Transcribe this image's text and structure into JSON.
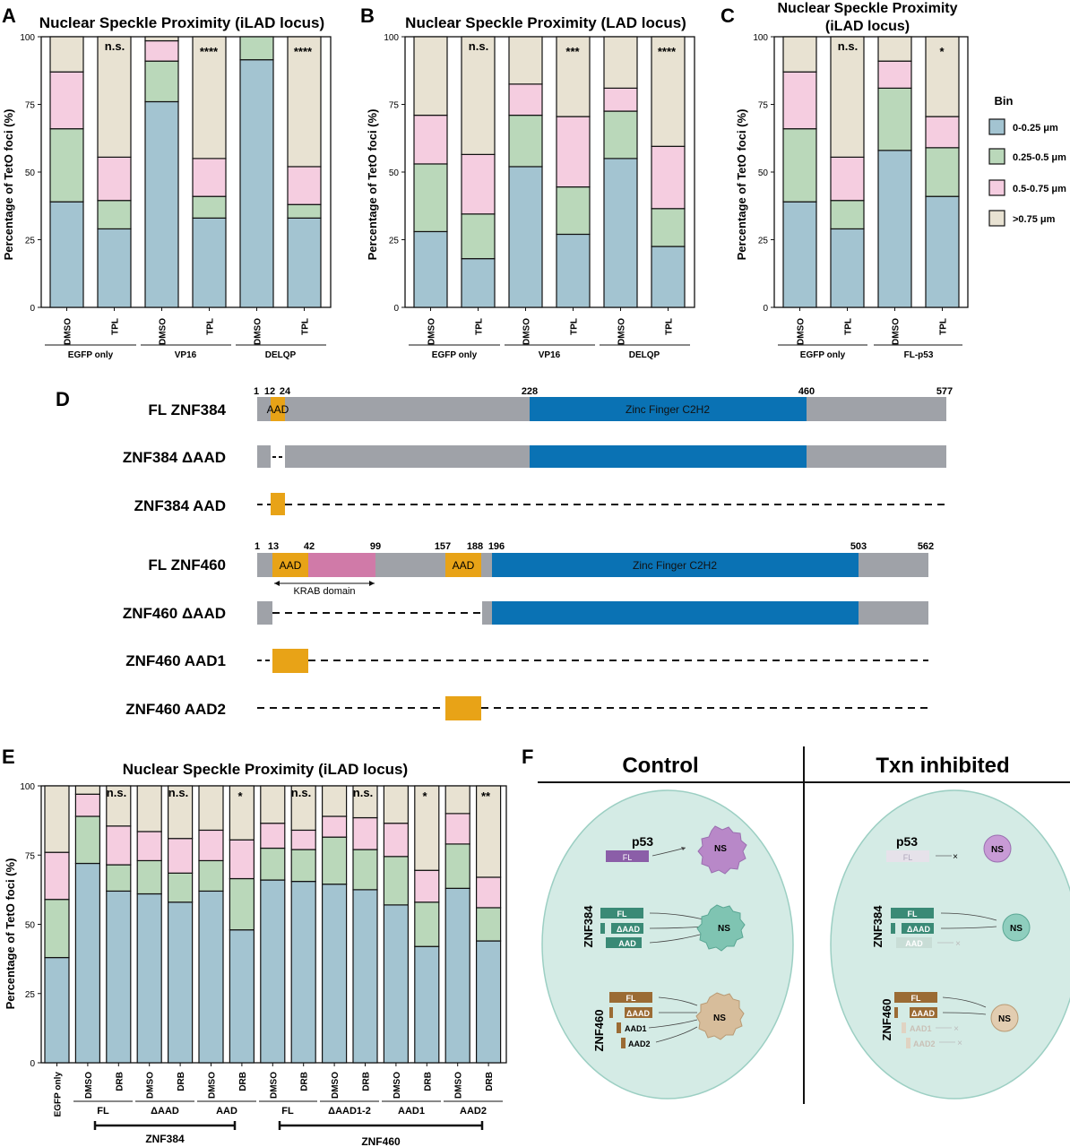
{
  "colors": {
    "bin1": "#a3c4d1",
    "bin2": "#bad8ba",
    "bin3": "#f5cde0",
    "bin4": "#e8e2d2",
    "aad": "#e8a317",
    "znf": "#0a72b4",
    "gray": "#9fa2a8",
    "krab": "#d07aa8",
    "nucleus": "#d4ebe5",
    "nucleus_stroke": "#9ccfc3",
    "p53": "#8b5ea8",
    "p53_ns": "#b888c8",
    "znf384": "#3a8a76",
    "znf384_ns": "#7fc4b2",
    "znf460": "#9b6b34",
    "znf460_ns": "#d7bd9b"
  },
  "legend": {
    "title": "Bin",
    "items": [
      "0-0.25 μm",
      "0.25-0.5 μm",
      "0.5-0.75 μm",
      ">0.75 μm"
    ]
  },
  "panels": {
    "A": {
      "letter": "A",
      "title": "Nuclear Speckle Proximity (iLAD locus)",
      "ylabel": "Percentage of TetO foci (%)",
      "sig": [
        "n.s.",
        "****",
        "****"
      ],
      "groups": [
        "EGFP only",
        "VP16",
        "DELQP"
      ]
    },
    "B": {
      "letter": "B",
      "title": "Nuclear Speckle Proximity (LAD locus)",
      "ylabel": "Percentage of TetO foci (%)",
      "sig": [
        "n.s.",
        "***",
        "****"
      ],
      "groups": [
        "EGFP only",
        "VP16",
        "DELQP"
      ]
    },
    "C": {
      "letter": "C",
      "title_line1": "Nuclear Speckle Proximity",
      "title_line2": "(iLAD locus)",
      "ylabel": "Percentage of TetO foci (%)",
      "sig": [
        "n.s.",
        "*"
      ],
      "groups": [
        "EGFP only",
        "FL-p53"
      ]
    },
    "D": {
      "letter": "D"
    },
    "E": {
      "letter": "E",
      "title": "Nuclear Speckle Proximity (iLAD locus)",
      "ylabel": "Percentage of TetO foci (%)",
      "sig": [
        "n.s.",
        "n.s.",
        "*",
        "n.s.",
        "n.s.",
        "*",
        "**"
      ],
      "groups": [
        "FL",
        "ΔAAD",
        "AAD",
        "FL",
        "ΔAAD1-2",
        "AAD1",
        "AAD2"
      ],
      "supergroups": [
        "ZNF384",
        "ZNF460"
      ]
    },
    "F": {
      "letter": "F",
      "control": "Control",
      "inhibited": "Txn inhibited"
    }
  },
  "chart_data": [
    {
      "panel": "A",
      "type": "bar",
      "stacked": true,
      "title": "Nuclear Speckle Proximity (iLAD locus)",
      "ylabel": "Percentage of TetO foci (%)",
      "ylim": [
        0,
        100
      ],
      "yticks": [
        0,
        25,
        50,
        75,
        100
      ],
      "categories": [
        "DMSO",
        "TPL",
        "DMSO",
        "TPL",
        "DMSO",
        "TPL"
      ],
      "series": [
        {
          "name": "0-0.25 μm",
          "values": [
            39,
            29,
            76,
            33,
            91.5,
            33
          ]
        },
        {
          "name": "0.25-0.5 μm",
          "values": [
            27,
            10.5,
            15,
            8,
            8.5,
            5
          ]
        },
        {
          "name": "0.5-0.75 μm",
          "values": [
            21,
            16,
            7.5,
            14,
            0,
            14
          ]
        },
        {
          "name": ">0.75 μm",
          "values": [
            13,
            44.5,
            1.5,
            45,
            0,
            48
          ]
        }
      ]
    },
    {
      "panel": "B",
      "type": "bar",
      "stacked": true,
      "title": "Nuclear Speckle Proximity (LAD locus)",
      "ylabel": "Percentage of TetO foci (%)",
      "ylim": [
        0,
        100
      ],
      "yticks": [
        0,
        25,
        50,
        75,
        100
      ],
      "categories": [
        "DMSO",
        "TPL",
        "DMSO",
        "TPL",
        "DMSO",
        "TPL"
      ],
      "series": [
        {
          "name": "0-0.25 μm",
          "values": [
            28,
            18,
            52,
            27,
            55,
            22.5
          ]
        },
        {
          "name": "0.25-0.5 μm",
          "values": [
            25,
            16.5,
            19,
            17.5,
            17.5,
            14
          ]
        },
        {
          "name": "0.5-0.75 μm",
          "values": [
            18,
            22,
            11.5,
            26,
            8.5,
            23
          ]
        },
        {
          "name": ">0.75 μm",
          "values": [
            29,
            43.5,
            17.5,
            29.5,
            19,
            40.5
          ]
        }
      ]
    },
    {
      "panel": "C",
      "type": "bar",
      "stacked": true,
      "title": "Nuclear Speckle Proximity (iLAD locus)",
      "ylabel": "Percentage of TetO foci (%)",
      "ylim": [
        0,
        100
      ],
      "yticks": [
        0,
        25,
        50,
        75,
        100
      ],
      "categories": [
        "DMSO",
        "TPL",
        "DMSO",
        "TPL"
      ],
      "series": [
        {
          "name": "0-0.25 μm",
          "values": [
            39,
            29,
            58,
            41
          ]
        },
        {
          "name": "0.25-0.5 μm",
          "values": [
            27,
            10.5,
            23,
            18
          ]
        },
        {
          "name": "0.5-0.75 μm",
          "values": [
            21,
            16,
            10,
            11.5
          ]
        },
        {
          "name": ">0.75 μm",
          "values": [
            13,
            44.5,
            9,
            29.5
          ]
        }
      ]
    },
    {
      "panel": "E",
      "type": "bar",
      "stacked": true,
      "title": "Nuclear Speckle Proximity (iLAD locus)",
      "ylabel": "Percentage of TetO foci (%)",
      "ylim": [
        0,
        100
      ],
      "yticks": [
        0,
        25,
        50,
        75,
        100
      ],
      "categories": [
        "EGFP only",
        "DMSO",
        "DRB",
        "DMSO",
        "DRB",
        "DMSO",
        "DRB",
        "DMSO",
        "DRB",
        "DMSO",
        "DRB",
        "DMSO",
        "DRB",
        "DMSO",
        "DRB"
      ],
      "series": [
        {
          "name": "0-0.25 μm",
          "values": [
            38,
            72,
            62,
            61,
            58,
            62,
            48,
            66,
            65.5,
            64.5,
            62.5,
            57,
            42,
            63,
            44
          ]
        },
        {
          "name": "0.25-0.5 μm",
          "values": [
            21,
            17,
            9.5,
            12,
            10.5,
            11,
            18.5,
            11.5,
            11.5,
            17,
            14.5,
            17.5,
            16,
            16,
            12
          ]
        },
        {
          "name": "0.5-0.75 μm",
          "values": [
            17,
            8,
            14,
            10.5,
            12.5,
            11,
            14,
            9,
            7,
            7.5,
            11.5,
            12,
            11.5,
            11,
            11
          ]
        },
        {
          "name": ">0.75 μm",
          "values": [
            24,
            3,
            14.5,
            16.5,
            19,
            16,
            19.5,
            13.5,
            16,
            11,
            11.5,
            13.5,
            30.5,
            10,
            33
          ]
        }
      ]
    }
  ],
  "domains": [
    {
      "label": "FL ZNF384",
      "ticks": [
        "1",
        "12",
        "24",
        "228",
        "460",
        "577"
      ],
      "aad": "AAD",
      "zf": "Zinc Finger C2H2"
    },
    {
      "label": "ZNF384 ΔAAD"
    },
    {
      "label": "ZNF384 AAD"
    },
    {
      "label": "FL ZNF460",
      "ticks": [
        "1",
        "13",
        "42",
        "99",
        "157",
        "188",
        "196",
        "503",
        "562"
      ],
      "aad1": "AAD",
      "aad2": "AAD",
      "zf": "Zinc Finger C2H2",
      "krab": "KRAB domain"
    },
    {
      "label": "ZNF460 ΔAAD"
    },
    {
      "label": "ZNF460 AAD1"
    },
    {
      "label": "ZNF460 AAD2"
    }
  ],
  "schematic": {
    "p53_label": "p53",
    "fl": "FL",
    "znf384_label": "ZNF384",
    "znf460_label": "ZNF460",
    "daad": "ΔAAD",
    "aad": "AAD",
    "aad1": "AAD1",
    "aad2": "AAD2",
    "ns": "NS"
  }
}
